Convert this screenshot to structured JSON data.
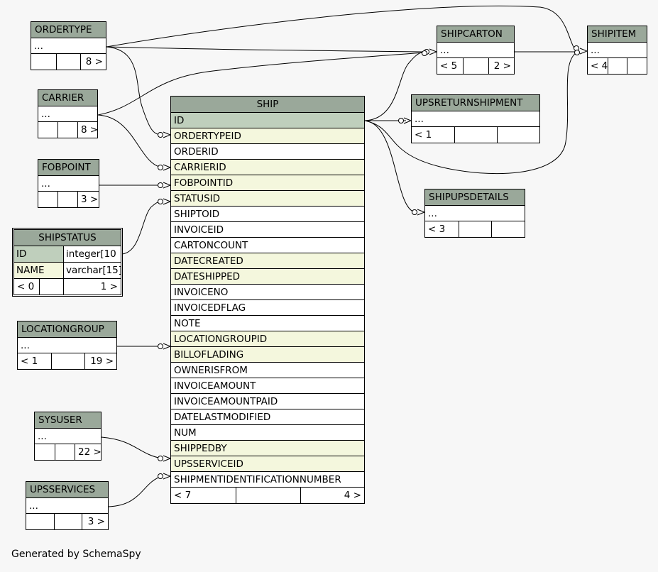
{
  "footer_text": "Generated by SchemaSpy",
  "ship": {
    "title": "SHIP",
    "columns": [
      {
        "name": "ID",
        "kind": "pk"
      },
      {
        "name": "ORDERTYPEID",
        "kind": "fk"
      },
      {
        "name": "ORDERID",
        "kind": "plain"
      },
      {
        "name": "CARRIERID",
        "kind": "fk"
      },
      {
        "name": "FOBPOINTID",
        "kind": "fk"
      },
      {
        "name": "STATUSID",
        "kind": "fk"
      },
      {
        "name": "SHIPTOID",
        "kind": "plain"
      },
      {
        "name": "INVOICEID",
        "kind": "plain"
      },
      {
        "name": "CARTONCOUNT",
        "kind": "plain"
      },
      {
        "name": "DATECREATED",
        "kind": "fk"
      },
      {
        "name": "DATESHIPPED",
        "kind": "fk"
      },
      {
        "name": "INVOICENO",
        "kind": "plain"
      },
      {
        "name": "INVOICEDFLAG",
        "kind": "plain"
      },
      {
        "name": "NOTE",
        "kind": "plain"
      },
      {
        "name": "LOCATIONGROUPID",
        "kind": "fk"
      },
      {
        "name": "BILLOFLADING",
        "kind": "fk"
      },
      {
        "name": "OWNERISFROM",
        "kind": "plain"
      },
      {
        "name": "INVOICEAMOUNT",
        "kind": "plain"
      },
      {
        "name": "INVOICEAMOUNTPAID",
        "kind": "plain"
      },
      {
        "name": "DATELASTMODIFIED",
        "kind": "plain"
      },
      {
        "name": "NUM",
        "kind": "plain"
      },
      {
        "name": "SHIPPEDBY",
        "kind": "fk"
      },
      {
        "name": "UPSSERVICEID",
        "kind": "fk"
      },
      {
        "name": "SHIPMENTIDENTIFICATIONNUMBER",
        "kind": "plain"
      }
    ],
    "foot_left": "< 7",
    "foot_mid": "",
    "foot_right": "4 >"
  },
  "shipstatus": {
    "title": "SHIPSTATUS",
    "rows": [
      {
        "name": "ID",
        "type": "integer[10"
      },
      {
        "name": "NAME",
        "type": "varchar[15]"
      }
    ],
    "foot_left": "< 0",
    "foot_right": "1 >"
  },
  "tables": {
    "ordertype": {
      "title": "ORDERTYPE",
      "row": "...",
      "foot": [
        "",
        "",
        "8 >"
      ]
    },
    "carrier": {
      "title": "CARRIER",
      "row": "...",
      "foot": [
        "",
        "8 >"
      ]
    },
    "fobpoint": {
      "title": "FOBPOINT",
      "row": "...",
      "foot": [
        "",
        "3 >"
      ]
    },
    "locationgroup": {
      "title": "LOCATIONGROUP",
      "row": "...",
      "foot": [
        "< 1",
        "",
        "19 >"
      ]
    },
    "sysuser": {
      "title": "SYSUSER",
      "row": "...",
      "foot": [
        "",
        "",
        "22 >"
      ]
    },
    "upsservices": {
      "title": "UPSSERVICES",
      "row": "...",
      "foot": [
        "",
        "",
        "3 >"
      ]
    },
    "shipcarton": {
      "title": "SHIPCARTON",
      "row": "...",
      "foot": [
        "< 5",
        "",
        "2 >"
      ]
    },
    "shipitem": {
      "title": "SHIPITEM",
      "row": "...",
      "foot": [
        "< 4",
        "",
        ""
      ]
    },
    "upsreturnshipment": {
      "title": "UPSRETURNSHIPMENT",
      "row": "...",
      "foot": [
        "< 1",
        "",
        ""
      ]
    },
    "shipupsdetails": {
      "title": "SHIPUPSDETAILS",
      "row": "...",
      "foot": [
        "< 3",
        "",
        ""
      ]
    }
  }
}
